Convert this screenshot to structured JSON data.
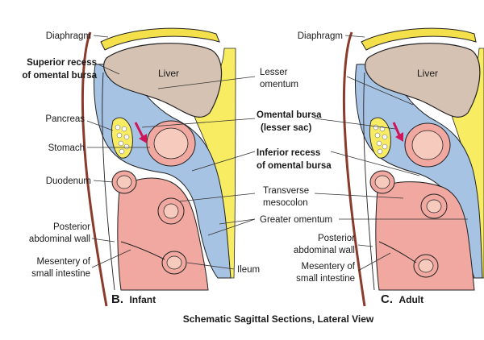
{
  "labels": {
    "diaphragm": "Diaphragm",
    "superior_recess_line1": "Superior recess",
    "superior_recess_line2": "of omental bursa",
    "pancreas": "Pancreas",
    "stomach": "Stomach",
    "duodenum": "Duodenum",
    "posterior_wall_line1": "Posterior",
    "posterior_wall_line2": "abdominal wall",
    "mesentery_line1": "Mesentery of",
    "mesentery_line2": "small intestine",
    "liver": "Liver",
    "lesser_omentum_line1": "Lesser",
    "lesser_omentum_line2": "omentum",
    "omental_bursa_line1": "Omental bursa",
    "omental_bursa_line2": "(lesser sac)",
    "inferior_recess_line1": "Inferior recess",
    "inferior_recess_line2": "of omental bursa",
    "transverse_mesocolon_line1": "Transverse",
    "transverse_mesocolon_line2": "mesocolon",
    "greater_omentum": "Greater omentum",
    "ileum": "Ileum"
  },
  "panels": {
    "infant_letter": "B.",
    "infant_word": "Infant",
    "adult_letter": "C.",
    "adult_word": "Adult"
  },
  "caption": "Schematic Sagittal Sections, Lateral View",
  "colors": {
    "liver": "#d6c2b2",
    "diaphragm": "#f3e04a",
    "fat_yellow": "#f8ec62",
    "peritoneal_cavity": "#a7c3e3",
    "intestine_pink": "#f0a8a0",
    "organ_lumen": "#f6cabd",
    "wall_brown": "#8a3b2b",
    "arrow": "#d0145a"
  }
}
